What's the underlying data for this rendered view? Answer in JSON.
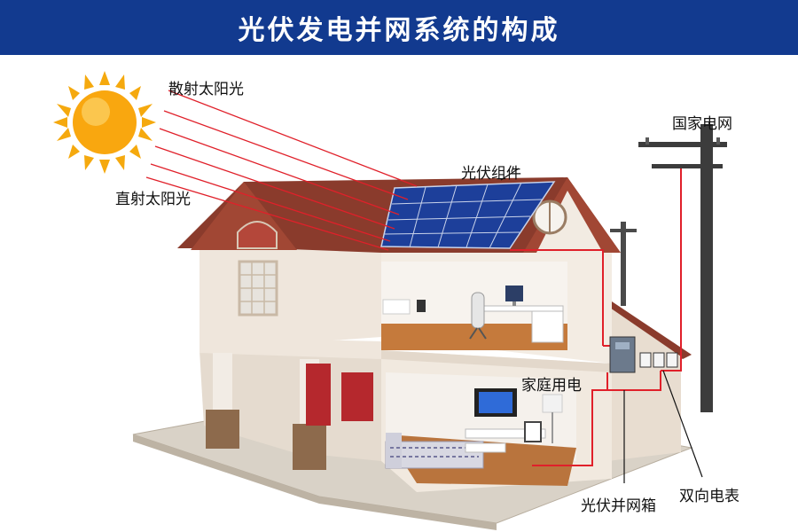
{
  "title": "光伏发电并网系统的构成",
  "labels": {
    "scattered_sunlight": "散射太阳光",
    "direct_sunlight": "直射太阳光",
    "pv_module": "光伏组件",
    "national_grid": "国家电网",
    "household_power": "家庭用电",
    "grid_tie_box": "光伏并网箱",
    "bidirectional_meter": "双向电表"
  },
  "colors": {
    "title_bar": "#123a8f",
    "sun": "#f9a70f",
    "roof": "#8a3b2c",
    "wall": "#efe6dc",
    "solar_panel": "#1d3f9a",
    "wire": "#e0202a",
    "pole": "#3c3c3c"
  },
  "icons": [
    "sun-icon",
    "house-illustration",
    "solar-panel-icon",
    "utility-pole-icon",
    "inverter-box-icon",
    "electric-meter-icon",
    "tv-icon",
    "sofa-icon",
    "computer-desk-icon"
  ]
}
